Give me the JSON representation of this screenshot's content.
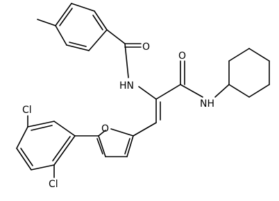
{
  "molecule": {
    "atom_labels": {
      "o_carbonyl_1": "O",
      "nh_1": "HN",
      "o_carbonyl_2": "O",
      "nh_2": "NH",
      "o_furan": "O",
      "cl_1": "Cl",
      "cl_2": "Cl"
    },
    "colors": {
      "bond": "#000000",
      "label": "#000000",
      "background": "#ffffff"
    }
  }
}
